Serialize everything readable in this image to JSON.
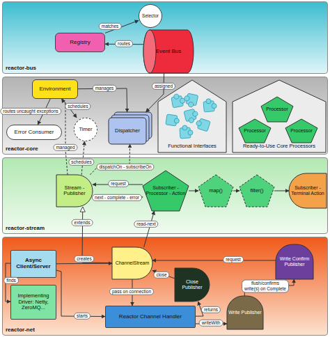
{
  "diagram": {
    "nodes": [
      {
        "text": [
          "reactor-bus"
        ]
      },
      {
        "text": [
          "Selector"
        ],
        "in": 0
      },
      {
        "text": [
          "Registry"
        ],
        "in": 0
      },
      {
        "text": [
          "Event Bus"
        ],
        "in": 0
      },
      {
        "text": [
          "reactor-core"
        ]
      },
      {
        "text": [
          "Environment"
        ],
        "in": 4
      },
      {
        "text": [
          "Error Consumer"
        ],
        "in": 4
      },
      {
        "text": [
          "Timer"
        ],
        "in": 4
      },
      {
        "text": [
          "Dispatcher"
        ],
        "in": 4
      },
      {
        "text": [
          "Functional Interfaces"
        ],
        "in": 4
      },
      {
        "text": [
          "Ready-to-Use Core Processors"
        ],
        "in": 4
      },
      {
        "text": [
          "Processor"
        ],
        "in": 10
      },
      {
        "text": [
          "Processor"
        ],
        "in": 10
      },
      {
        "text": [
          "Processor"
        ],
        "in": 10
      },
      {
        "text": [
          "reactor-stream"
        ]
      },
      {
        "text": [
          "Stream - Publisher"
        ],
        "in": 14
      },
      {
        "text": [
          "Subscriber - Processor - Action"
        ],
        "in": 14
      },
      {
        "text": [
          "map()"
        ],
        "in": 14
      },
      {
        "text": [
          "filter()"
        ],
        "in": 14
      },
      {
        "text": [
          "Subscriber - Terminal Action"
        ],
        "in": 14
      },
      {
        "text": [
          "reactor-net"
        ]
      },
      {
        "text": [
          "Async Client/Server"
        ],
        "in": 20
      },
      {
        "text": [
          "Implementing Driver: Netty, ZeroMQ..."
        ],
        "in": 20
      },
      {
        "text": [
          "ChannelStream"
        ],
        "in": 20
      },
      {
        "text": [
          "Close Publisher"
        ],
        "in": 20
      },
      {
        "text": [
          "Write Confirm Publisher"
        ],
        "in": 20
      },
      {
        "text": [
          "Write Publisher"
        ],
        "in": 20
      },
      {
        "text": [
          "Reactor Channel Handler"
        ],
        "in": 20
      }
    ],
    "edges": [
      {
        "from": 2,
        "to": 1,
        "label": "matches",
        "arrow": "to"
      },
      {
        "from": 3,
        "to": 2,
        "label": "routes",
        "arrow": "to"
      },
      {
        "from": 5,
        "to": 6,
        "label": "routes uncaught exceptions",
        "arrow": "to"
      },
      {
        "from": 5,
        "to": 7,
        "label": "schedules",
        "arrow": "to"
      },
      {
        "from": 5,
        "to": 8,
        "label": "manages",
        "arrow": "to"
      },
      {
        "from": 3,
        "to": 8,
        "label": "assigned",
        "arrow": "to"
      },
      {
        "from": 15,
        "to": 5,
        "label": "managed",
        "arrow": "to"
      },
      {
        "from": 15,
        "to": 7,
        "label": "schedules",
        "arrow": "to"
      },
      {
        "from": 15,
        "to": 8,
        "label": "dispatchOn - subscribeOn",
        "arrow": "to"
      },
      {
        "from": 16,
        "to": 15,
        "label": "request",
        "arrow": "to"
      },
      {
        "from": 15,
        "to": 16,
        "label": "next - complete - error",
        "arrow": "to"
      },
      {
        "from": 16,
        "to": 17,
        "arrow": "to"
      },
      {
        "from": 17,
        "to": 18,
        "arrow": "to"
      },
      {
        "from": 18,
        "to": 19,
        "arrow": "to"
      },
      {
        "from": 23,
        "to": 15,
        "label": "extends",
        "arrow": "to"
      },
      {
        "from": 23,
        "to": 16,
        "label": "read-next",
        "arrow": "to"
      },
      {
        "from": 21,
        "to": 23,
        "label": "creates",
        "arrow": "to"
      },
      {
        "from": 21,
        "to": 22,
        "label": "finds",
        "arrow": "to"
      },
      {
        "from": 21,
        "to": 27,
        "label": "starts",
        "arrow": "to"
      },
      {
        "from": 23,
        "to": 27,
        "label": "pass on connection",
        "arrow": "to"
      },
      {
        "from": 24,
        "to": 23,
        "label": "close",
        "arrow": "to"
      },
      {
        "from": 27,
        "to": 24,
        "label": "returns",
        "arrow": "to"
      },
      {
        "from": 27,
        "to": 26,
        "label": "writeWith",
        "arrow": "to"
      },
      {
        "from": 26,
        "to": 25,
        "label": "flush/confirms write(s) on Complete",
        "arrow": "to"
      },
      {
        "from": 25,
        "to": 23,
        "label": "request",
        "arrow": "to"
      }
    ]
  }
}
